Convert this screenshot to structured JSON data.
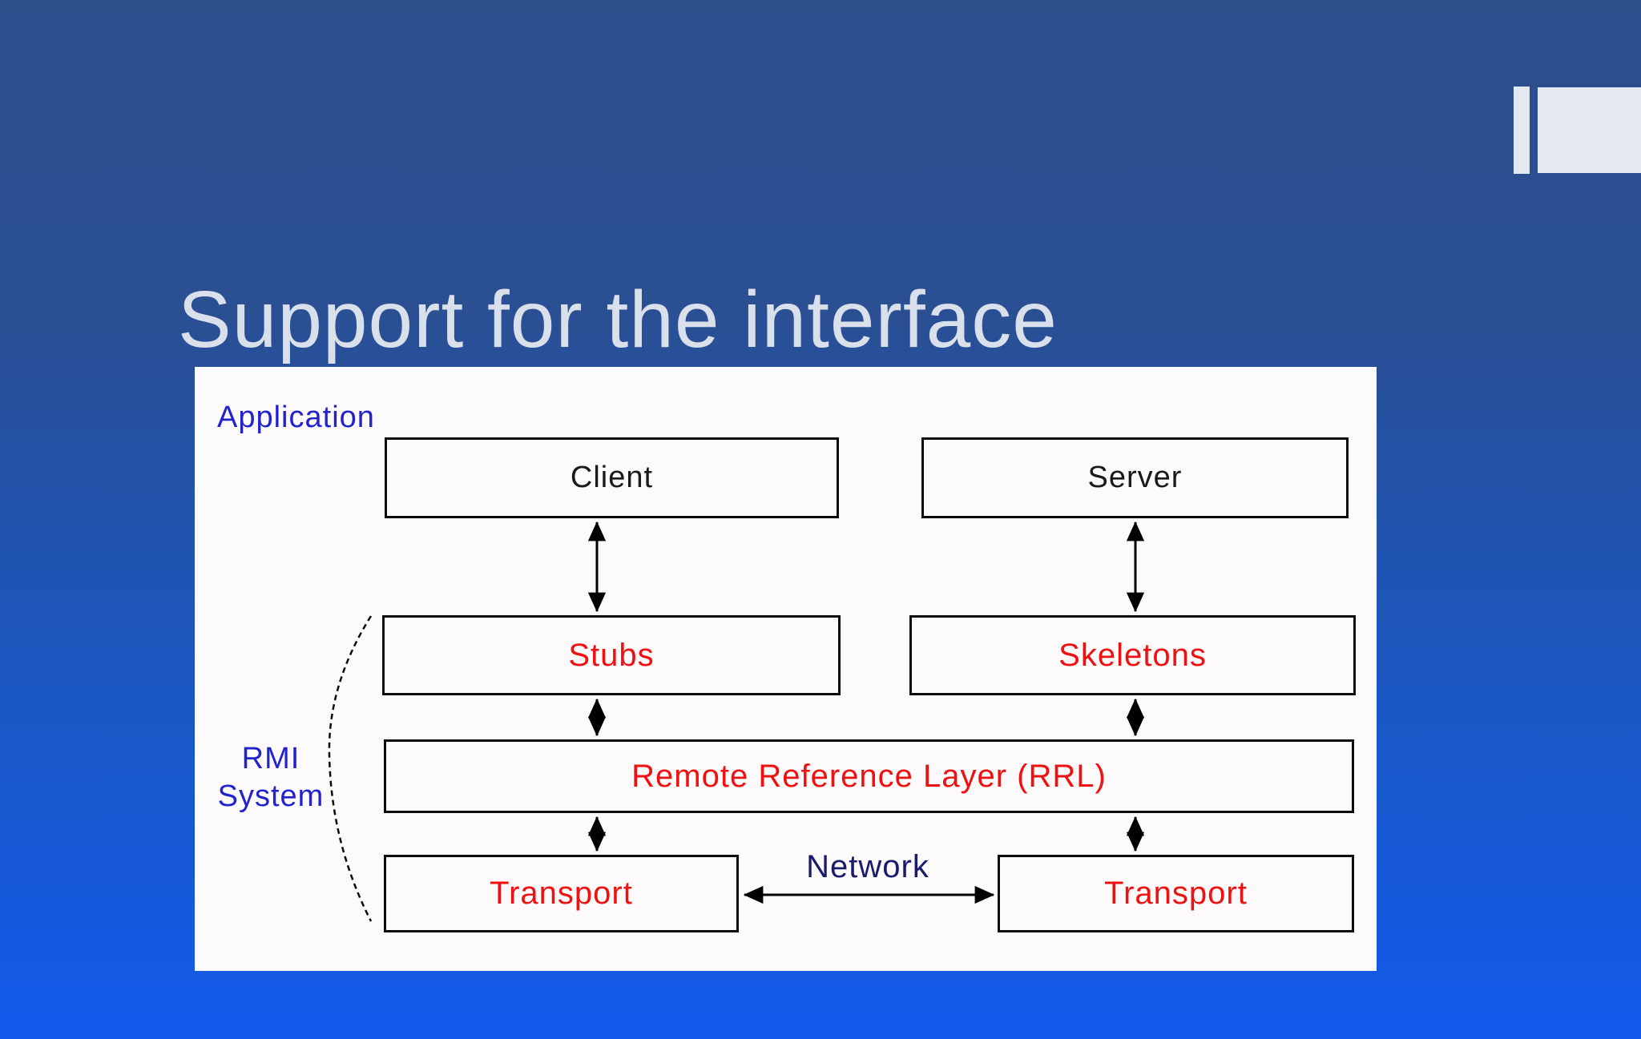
{
  "slide": {
    "title": "Support for the interface"
  },
  "colors": {
    "background_top": "#2c4e8b",
    "background_bottom": "#125aec",
    "title_text": "#d9e0eb",
    "panel_background": "#fdfafb",
    "label_blue": "#2323cc",
    "diagram_red": "#ee1111",
    "diagram_black": "#1a1a1a",
    "network_navy": "#1b1b6b",
    "decor_bar": "#e3e8f1",
    "arrow_black": "#000000"
  },
  "diagram": {
    "application_label": "Application",
    "rmi_system_label": {
      "line1": "RMI",
      "line2": "System"
    },
    "network_label": "Network",
    "boxes": {
      "client": "Client",
      "server": "Server",
      "stubs": "Stubs",
      "skeletons": "Skeletons",
      "rrl": "Remote Reference Layer (RRL)",
      "transport_left": "Transport",
      "transport_right": "Transport"
    }
  }
}
